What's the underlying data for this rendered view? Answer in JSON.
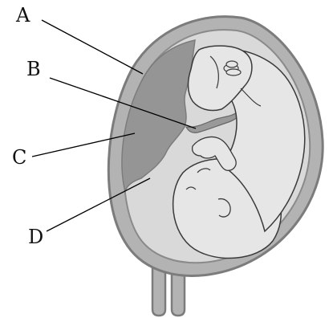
{
  "labels": {
    "a": "A",
    "b": "B",
    "c": "C",
    "d": "D"
  },
  "colors": {
    "uterus_wall": "#b3b3b3",
    "uterus_stroke": "#7c7c7c",
    "amniotic_fluid": "#d9d9d9",
    "placenta": "#959595",
    "fetus_body": "#e6e6e6",
    "line_color": "#3a3a3a",
    "leader_line": "#000000"
  }
}
